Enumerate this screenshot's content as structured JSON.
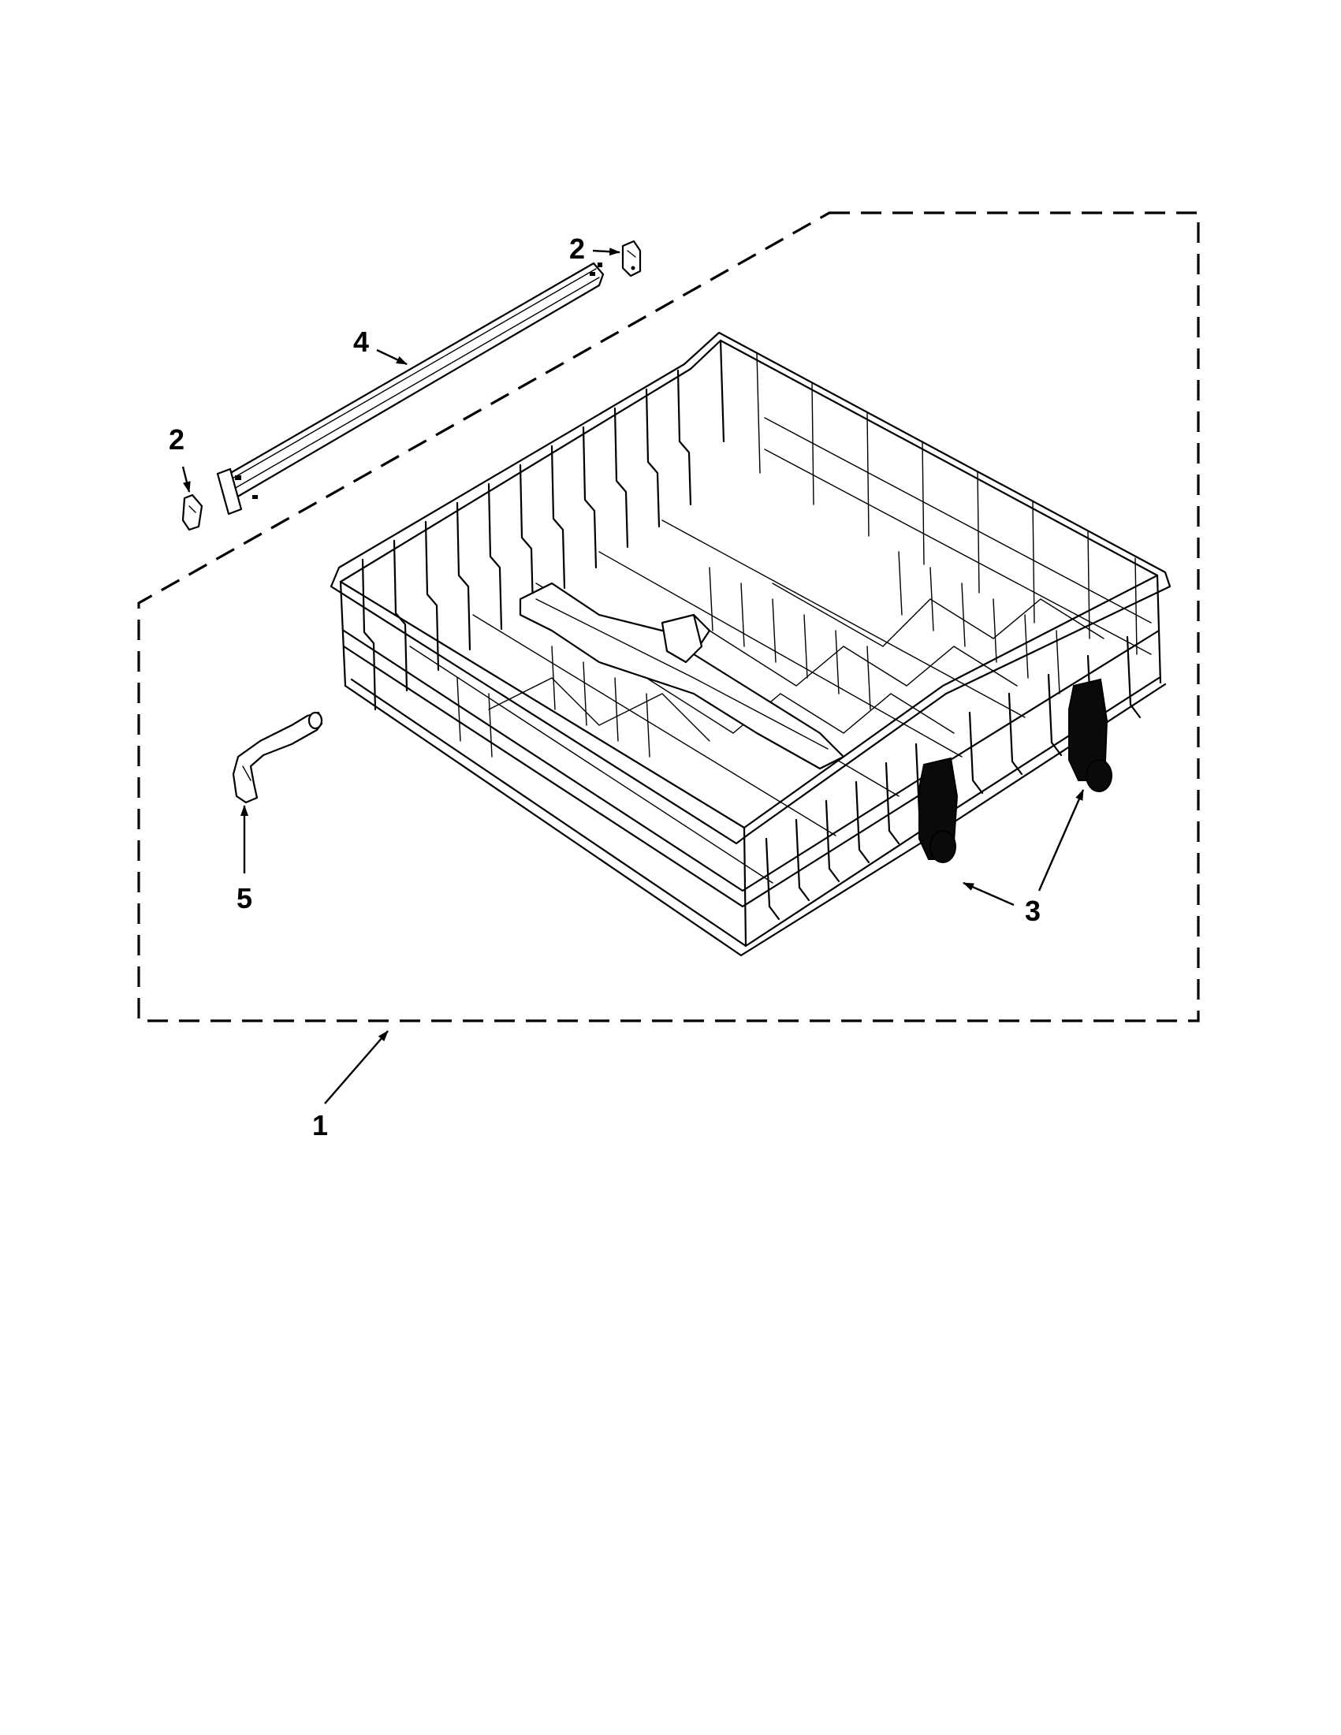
{
  "diagram": {
    "colors": {
      "ink": "#000000",
      "background": "#ffffff"
    },
    "callouts": [
      {
        "id": "c1",
        "label": "1"
      },
      {
        "id": "c2a",
        "label": "2"
      },
      {
        "id": "c2b",
        "label": "2"
      },
      {
        "id": "c3",
        "label": "3"
      },
      {
        "id": "c4",
        "label": "4"
      },
      {
        "id": "c5",
        "label": "5"
      }
    ]
  }
}
